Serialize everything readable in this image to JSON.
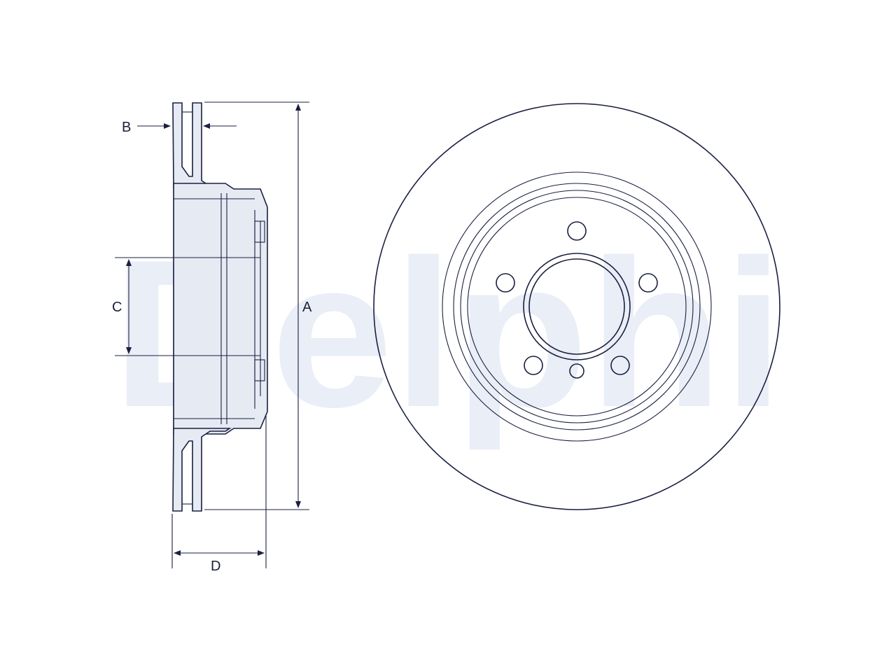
{
  "watermark": {
    "text": "Delphi"
  },
  "dimensions": {
    "a_label": "A",
    "b_label": "B",
    "c_label": "C",
    "d_label": "D"
  },
  "colors": {
    "line": "#1a2040",
    "disc_fill": "#e6eaf3",
    "watermark": "#e9eef7",
    "background": "#ffffff"
  },
  "front_view": {
    "bolt_holes": 5
  }
}
